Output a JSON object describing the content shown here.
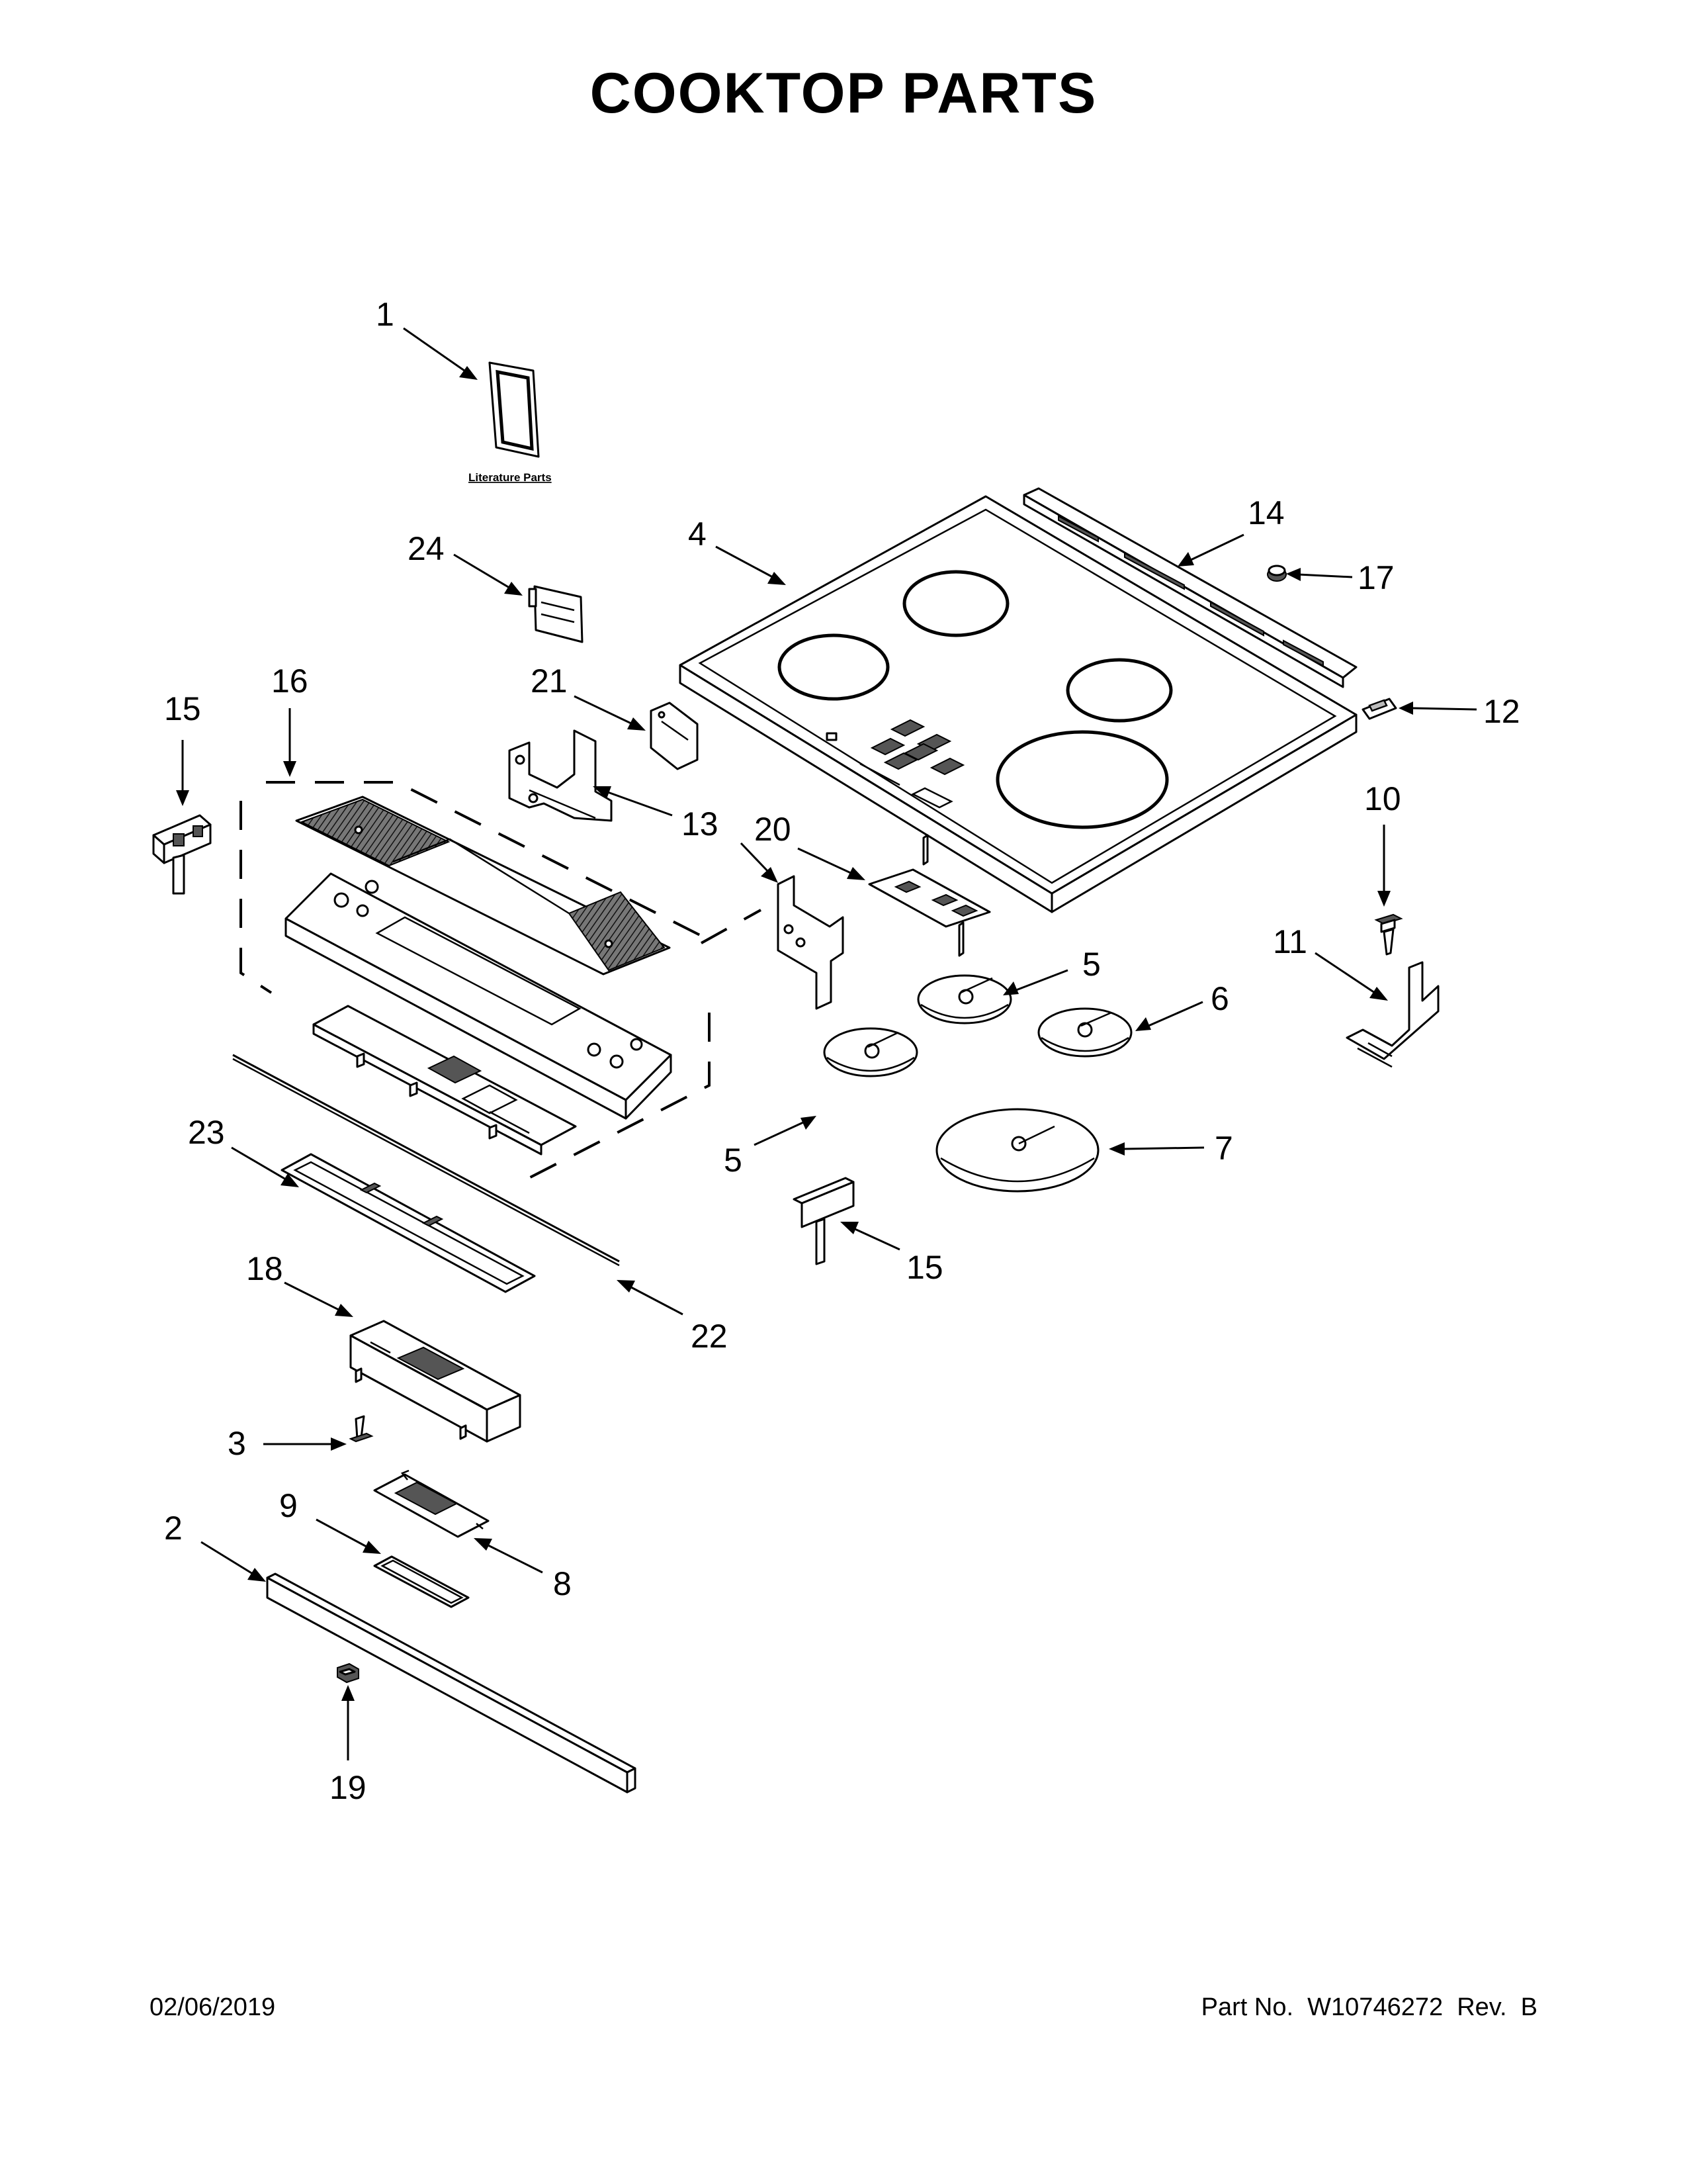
{
  "page": {
    "title": "COOKTOP PARTS",
    "date": "02/06/2019",
    "part_number_line": "Part No.  W10746272  Rev.  B"
  },
  "literature": {
    "caption": "Literature Parts"
  },
  "callouts": {
    "c1": "1",
    "c24": "24",
    "c4": "4",
    "c14": "14",
    "c17": "17",
    "c15a": "15",
    "c16": "16",
    "c21": "21",
    "c12": "12",
    "c13": "13",
    "c20": "20",
    "c10": "10",
    "c11": "11",
    "c5a": "5",
    "c6": "6",
    "c5b": "5",
    "c7": "7",
    "c23": "23",
    "c15b": "15",
    "c18": "18",
    "c22": "22",
    "c3": "3",
    "c9": "9",
    "c8": "8",
    "c2": "2",
    "c19": "19"
  }
}
